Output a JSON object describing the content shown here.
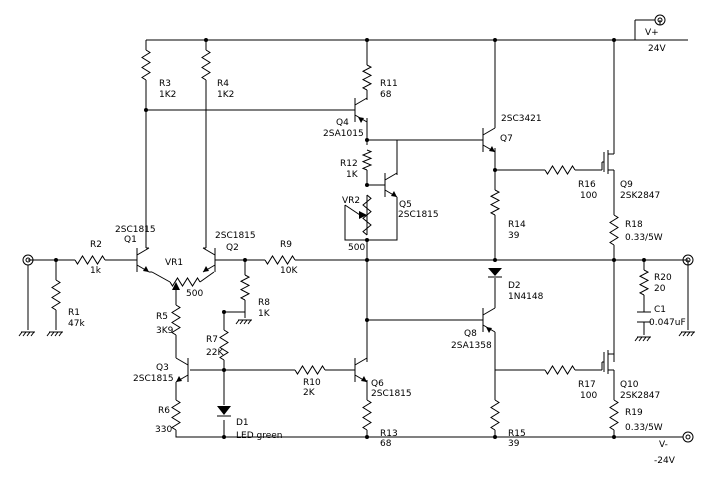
{
  "supply": {
    "vplus_label": "V+",
    "vplus_value": "24V",
    "vminus_label": "V-",
    "vminus_value": "-24V"
  },
  "labels": [
    {
      "id": "r3",
      "text": "R3"
    },
    {
      "id": "r3v",
      "text": "1K2"
    },
    {
      "id": "r4",
      "text": "R4"
    },
    {
      "id": "r4v",
      "text": "1K2"
    },
    {
      "id": "r11",
      "text": "R11"
    },
    {
      "id": "r11v",
      "text": "68"
    },
    {
      "id": "q4",
      "text": "Q4"
    },
    {
      "id": "q4t",
      "text": "2SA1015"
    },
    {
      "id": "q7t",
      "text": "2SC3421"
    },
    {
      "id": "q7",
      "text": "Q7"
    },
    {
      "id": "r12",
      "text": "R12"
    },
    {
      "id": "r12v",
      "text": "1K"
    },
    {
      "id": "q5",
      "text": "Q5"
    },
    {
      "id": "q5t",
      "text": "2SC1815"
    },
    {
      "id": "vr2",
      "text": "VR2"
    },
    {
      "id": "vr2v",
      "text": "500"
    },
    {
      "id": "r16",
      "text": "R16"
    },
    {
      "id": "r16v",
      "text": "100"
    },
    {
      "id": "q9",
      "text": "Q9"
    },
    {
      "id": "q9t",
      "text": "2SK2847"
    },
    {
      "id": "r14",
      "text": "R14"
    },
    {
      "id": "r14v",
      "text": "39"
    },
    {
      "id": "r18",
      "text": "R18"
    },
    {
      "id": "r18v",
      "text": "0.33/5W"
    },
    {
      "id": "q1t",
      "text": "2SC1815"
    },
    {
      "id": "q1",
      "text": "Q1"
    },
    {
      "id": "q2t",
      "text": "2SC1815"
    },
    {
      "id": "q2",
      "text": "Q2"
    },
    {
      "id": "r2",
      "text": "R2"
    },
    {
      "id": "r2v",
      "text": "1k"
    },
    {
      "id": "vr1",
      "text": "VR1"
    },
    {
      "id": "vr1v",
      "text": "500"
    },
    {
      "id": "r9",
      "text": "R9"
    },
    {
      "id": "r9v",
      "text": "10K"
    },
    {
      "id": "r1",
      "text": "R1"
    },
    {
      "id": "r1v",
      "text": "47k"
    },
    {
      "id": "r8",
      "text": "R8"
    },
    {
      "id": "r8v",
      "text": "1K"
    },
    {
      "id": "d2",
      "text": "D2"
    },
    {
      "id": "d2t",
      "text": "1N4148"
    },
    {
      "id": "r20",
      "text": "R20"
    },
    {
      "id": "r20v",
      "text": "20"
    },
    {
      "id": "c1",
      "text": "C1"
    },
    {
      "id": "c1v",
      "text": "0.047uF"
    },
    {
      "id": "r5",
      "text": "R5"
    },
    {
      "id": "r5v",
      "text": "3K9"
    },
    {
      "id": "r7",
      "text": "R7"
    },
    {
      "id": "r7v",
      "text": "22K"
    },
    {
      "id": "q8",
      "text": "Q8"
    },
    {
      "id": "q8t",
      "text": "2SA1358"
    },
    {
      "id": "q3",
      "text": "Q3"
    },
    {
      "id": "q3t",
      "text": "2SC1815"
    },
    {
      "id": "r10",
      "text": "R10"
    },
    {
      "id": "r10v",
      "text": "2K"
    },
    {
      "id": "q6",
      "text": "Q6"
    },
    {
      "id": "q6t",
      "text": "2SC1815"
    },
    {
      "id": "r17",
      "text": "R17"
    },
    {
      "id": "r17v",
      "text": "100"
    },
    {
      "id": "q10",
      "text": "Q10"
    },
    {
      "id": "q10t",
      "text": "2SK2847"
    },
    {
      "id": "r6",
      "text": "R6"
    },
    {
      "id": "r6v",
      "text": "330"
    },
    {
      "id": "d1",
      "text": "D1"
    },
    {
      "id": "d1t",
      "text": "LED green"
    },
    {
      "id": "r19",
      "text": "R19"
    },
    {
      "id": "r19v",
      "text": "0.33/5W"
    },
    {
      "id": "r13",
      "text": "R13"
    },
    {
      "id": "r13v",
      "text": "68"
    },
    {
      "id": "r15",
      "text": "R15"
    },
    {
      "id": "r15v",
      "text": "39"
    }
  ]
}
